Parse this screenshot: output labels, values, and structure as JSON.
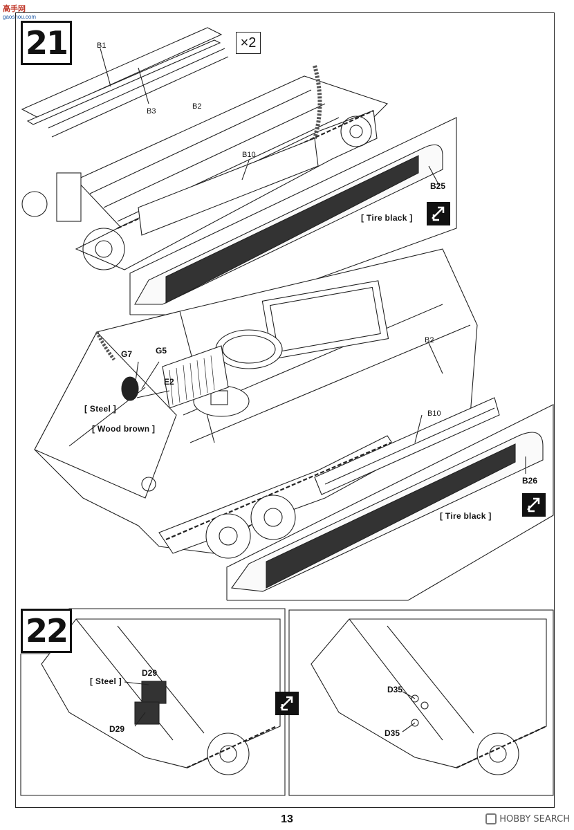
{
  "watermark": {
    "site": "高手网",
    "domain": "gaoshou.com"
  },
  "steps": [
    {
      "number": "21",
      "multiplier": "×2",
      "parts": [
        "B1",
        "B3",
        "B2",
        "B10",
        "B25",
        "G7",
        "G5",
        "E2",
        "B2",
        "B10",
        "B26"
      ],
      "callouts": {
        "upper_tire": "[ Tire black ]",
        "steel": "[ Steel ]",
        "wood": "[ Wood brown ]",
        "lower_tire": "[ Tire black ]"
      }
    },
    {
      "number": "22",
      "left_panel": {
        "callout": "[ Steel ]",
        "parts": [
          "D29",
          "D29"
        ]
      },
      "right_panel": {
        "parts": [
          "D35",
          "D35"
        ]
      }
    }
  ],
  "page_number": "13",
  "footer_brand": "HOBBY SEARCH",
  "icons": [
    "flip-arrow-icon",
    "flip-arrow-icon",
    "flip-arrow-icon"
  ]
}
